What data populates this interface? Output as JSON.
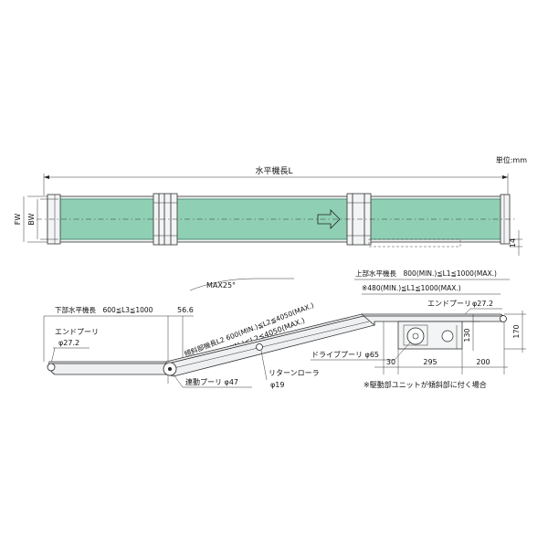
{
  "unit_label": "単位:mm",
  "top_view": {
    "length_label": "水平機長L",
    "fw": "FW",
    "bw": "BW",
    "dim_14": "14"
  },
  "side_view": {
    "max_angle": "MAX25°",
    "upper_horizontal": "上部水平機長　800(MIN.)≦L1≦1000(MAX.)",
    "upper_note": "※480(MIN.)≦L1≦1000(MAX.)",
    "end_pulley_right_name": "エンドプーリ",
    "end_pulley_right_dia": "φ27.2",
    "lower_horizontal": "下部水平機長　600≦L3≦1000",
    "dim_56_6": "56.6",
    "incline_length": "傾斜部機長L2  600(MIN.)≦L2≦4050(MAX.)",
    "incline_note": "※1450(MIN.)≦L2≦4050(MAX.)",
    "end_pulley_left_name": "エンドプーリ",
    "end_pulley_left_dia": "φ27.2",
    "drive_pulley": "ドライブプーリ φ65",
    "dim_30": "30",
    "dim_295": "295",
    "dim_200": "200",
    "dim_130": "130",
    "dim_170": "170",
    "linked_pulley": "連動プーリ φ47",
    "return_roller_name": "リターンローラ",
    "return_roller_dia": "φ19",
    "drive_note": "※駆動部ユニットが傾斜部に付く場合"
  },
  "colors": {
    "belt": "#8fd0b4",
    "belt_edge": "#3d7f6a",
    "frame": "#eef0f2",
    "line": "#222222"
  }
}
